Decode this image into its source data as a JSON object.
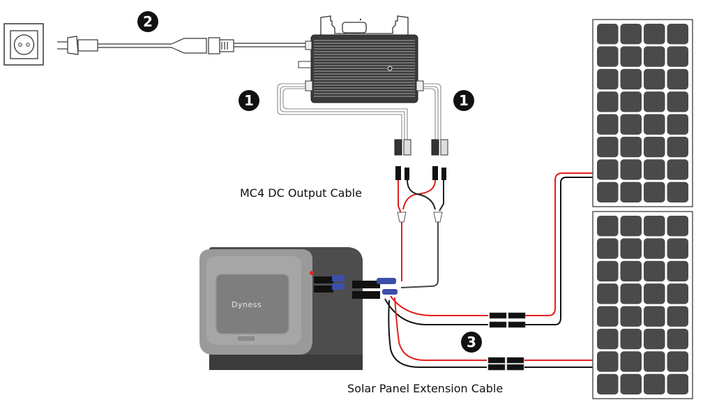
{
  "diagram": {
    "title": "Solar panel, battery and micro-inverter wiring diagram",
    "labels": {
      "mc4_cable": "MC4 DC Output Cable",
      "extension_cable": "Solar Panel Extension Cable"
    },
    "badges": [
      {
        "id": "inverter-input-left",
        "number": "1"
      },
      {
        "id": "inverter-input-right",
        "number": "1"
      },
      {
        "id": "ac-cable",
        "number": "2"
      },
      {
        "id": "extension-cable",
        "number": "3"
      }
    ],
    "battery": {
      "brand": "Dyness"
    },
    "solar_panels": [
      {
        "name": "top",
        "columns": 4,
        "rows": 8
      },
      {
        "name": "bottom",
        "columns": 4,
        "rows": 8
      }
    ],
    "colors": {
      "positive_wire": "#e0201c",
      "negative_wire": "#111111",
      "cell": "#4a4a4a",
      "battery_front": "#9a9a9a",
      "battery_side": "#4d4d4d",
      "connector_blue": "#3c4fa8",
      "badge": "#111111"
    }
  }
}
